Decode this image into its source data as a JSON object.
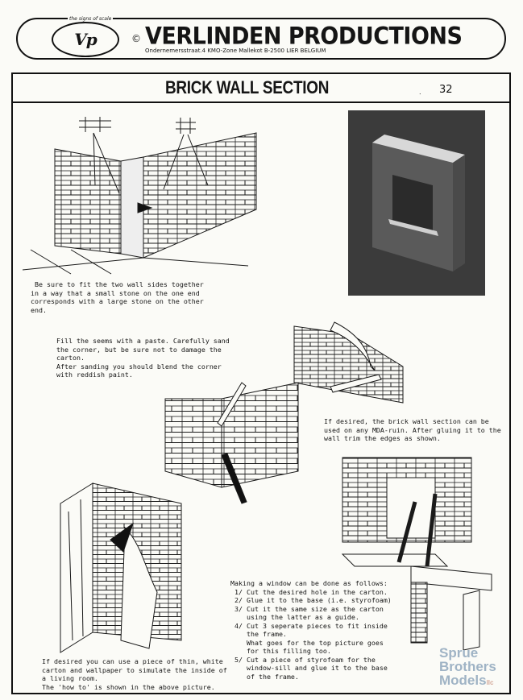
{
  "header": {
    "logo_text": "Vp",
    "logo_tag": "the signs of scale",
    "copyright": "©",
    "brand": "VERLINDEN PRODUCTIONS",
    "address": "Ondernemersstraat.4  KMO-Zone Mallekot  B-2500 LIER  BELGIUM"
  },
  "title": {
    "text": "BRICK WALL SECTION",
    "page_number": "32",
    "dot": "."
  },
  "captions": {
    "c1": " Be sure to fit the two wall sides together\nin a way that a small stone on the one end\ncorresponds with a large stone on the other\nend.",
    "c2": "Fill the seems with a paste. Carefully sand\nthe corner, but be sure not to damage the\ncarton.\nAfter sanding you should blend the corner\nwith reddish paint.",
    "c3": "If desired, the brick wall section can be\nused on any MDA-ruin. After gluing it to the\nwall trim the edges as shown.",
    "c4": "Making a window can be done as follows:\n 1/ Cut the desired hole in the carton.\n 2/ Glue it to the base (i.e. styrofoam)\n 3/ Cut it the same size as the carton\n    using the latter as a guide.\n 4/ Cut 3 seperate pieces to fit inside\n    the frame.\n    What goes for the top picture goes\n    for this filling too.\n 5/ Cut a piece of styrofoam for the\n    window-sill and glue it to the base\n    of the frame.",
    "c5": "If desired you can use a piece of thin, white\ncarton and wallpaper to simulate the inside of\na living room.\nThe 'how to' is shown in the above picture."
  },
  "watermark": {
    "line1": "Sprue",
    "line2": "Brothers",
    "line3": "Models",
    "suffix": "llc"
  }
}
